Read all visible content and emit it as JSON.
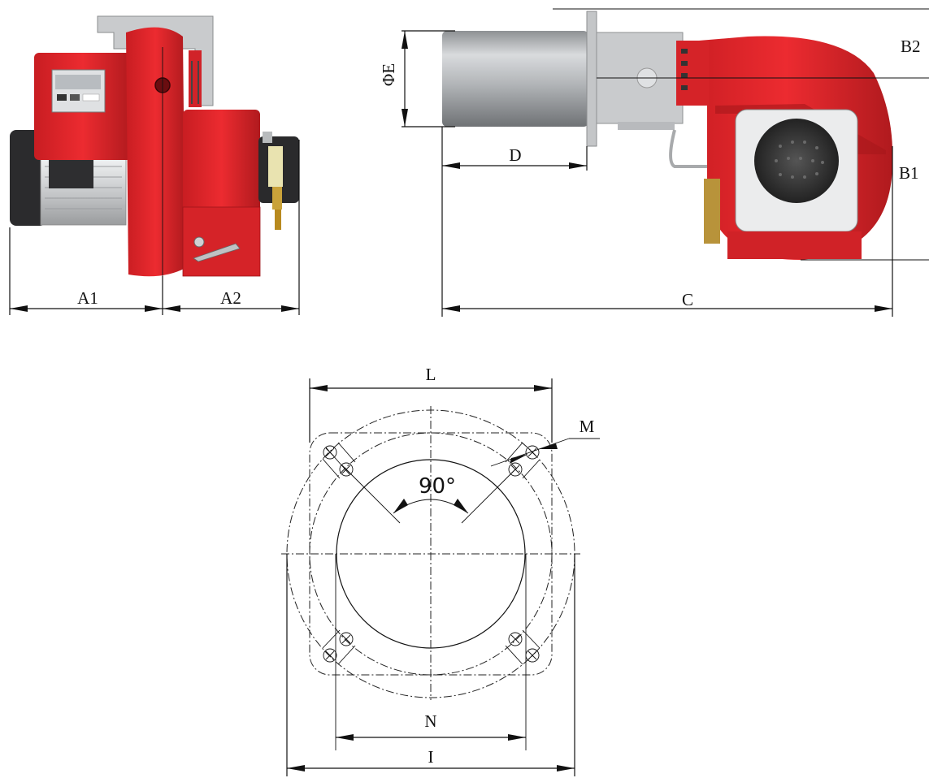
{
  "front_view": {
    "dim_a1": "A1",
    "dim_a2": "A2"
  },
  "side_view": {
    "dim_b1": "B1",
    "dim_b2": "B2",
    "dim_c": "C",
    "dim_d": "D",
    "dim_e": "ΦE"
  },
  "flange_view": {
    "dim_l": "L",
    "dim_m": "M",
    "dim_n": "N",
    "dim_i": "I",
    "angle": "90°"
  },
  "colors": {
    "burner_red": "#e3262b",
    "burner_red_dark": "#a9171b",
    "steel": "#b9bcbf",
    "steel_dark": "#7d8083",
    "motor_black": "#2b2b2d",
    "line": "#111111"
  }
}
